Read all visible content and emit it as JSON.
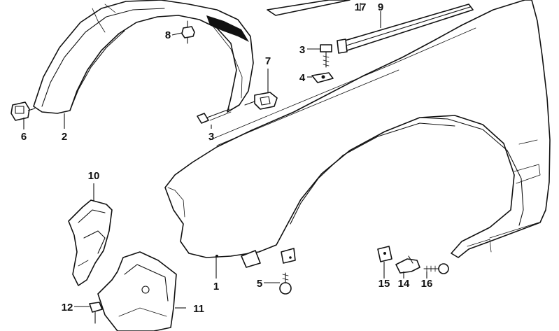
{
  "callouts": [
    {
      "id": "c1",
      "label": "1"
    },
    {
      "id": "c2",
      "label": "2"
    },
    {
      "id": "c3a",
      "label": "3"
    },
    {
      "id": "c3b",
      "label": "3"
    },
    {
      "id": "c4",
      "label": "4"
    },
    {
      "id": "c5",
      "label": "5"
    },
    {
      "id": "c6",
      "label": "6"
    },
    {
      "id": "c7",
      "label": "7"
    },
    {
      "id": "c8",
      "label": "8"
    },
    {
      "id": "c9",
      "label": "9"
    },
    {
      "id": "c10",
      "label": "10"
    },
    {
      "id": "c11",
      "label": "11"
    },
    {
      "id": "c12",
      "label": "12"
    },
    {
      "id": "c14",
      "label": "14"
    },
    {
      "id": "c15",
      "label": "15"
    },
    {
      "id": "c16",
      "label": "16"
    },
    {
      "id": "c17",
      "label": "17"
    }
  ]
}
